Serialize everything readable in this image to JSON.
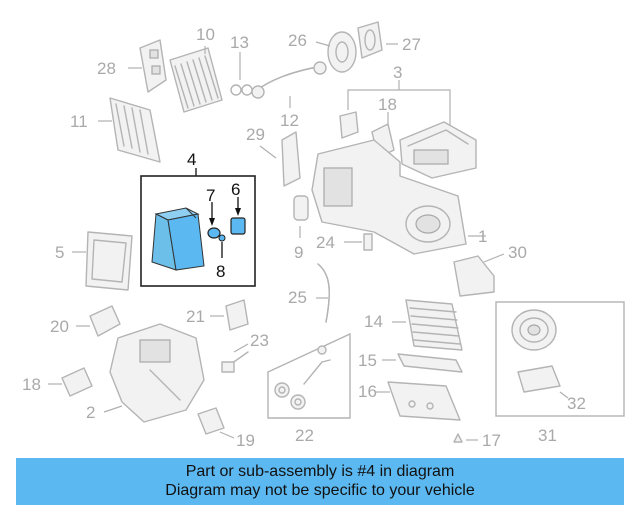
{
  "diagram": {
    "callouts": [
      "1",
      "2",
      "3",
      "4",
      "5",
      "6",
      "7",
      "8",
      "9",
      "10",
      "11",
      "12",
      "13",
      "14",
      "15",
      "16",
      "17",
      "18",
      "19",
      "20",
      "21",
      "22",
      "23",
      "24",
      "25",
      "26",
      "27",
      "28",
      "29",
      "30",
      "31",
      "32"
    ],
    "highlighted_callouts": [
      "4",
      "6",
      "7",
      "8"
    ],
    "colors": {
      "highlight": "#5bb8f1",
      "muted": "#b4b4b4",
      "banner": "#5bb8f1"
    }
  },
  "banner": {
    "line1": "Part or sub-assembly is #4 in diagram",
    "line2": "Diagram may not be specific to your vehicle"
  }
}
